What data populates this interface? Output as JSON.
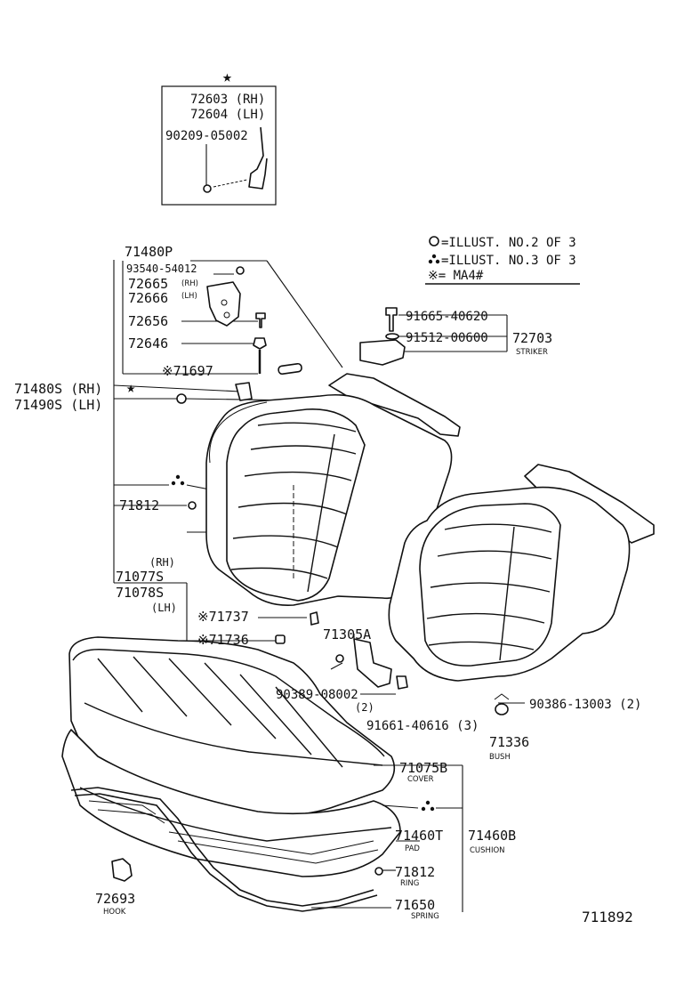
{
  "inset": {
    "star": "★",
    "rh": "72603 (RH)",
    "lh": "72604 (LH)",
    "screw": "90209-05002"
  },
  "legend": {
    "item1": "=ILLUST. NO.2 OF 3",
    "item2": "=ILLUST. NO.3 OF 3",
    "item3": "※= MA4#"
  },
  "parts": {
    "p71480P": "71480P",
    "p93540": "93540-54012",
    "p72665": "72665",
    "p72665_side": "(RH)",
    "p72666": "72666",
    "p72666_side": "(LH)",
    "p72656": "72656",
    "p72646": "72646",
    "p71697": "※71697",
    "p71480S": "71480S (RH)",
    "p71490S": "71490S (LH)",
    "star": "★",
    "p71812a": "71812",
    "p71077_rh": "(RH)",
    "p71077S": "71077S",
    "p71078S": "71078S",
    "p71078_lh": "(LH)",
    "p71737": "※71737",
    "p71736": "※71736",
    "p71305A": "71305A",
    "p90389": "90389-08002",
    "p90389_qty": "(2)",
    "p91661": "91661-40616 (3)",
    "p91665": "91665-40620",
    "p91512": "91512-00600",
    "p72703": "72703",
    "p72703_sub": "STRIKER",
    "p90386": "90386-13003 (2)",
    "p71336": "71336",
    "p71336_sub": "BUSH",
    "p71075B": "71075B",
    "p71075B_sub": "COVER",
    "p71460T": "71460T",
    "p71460T_sub": "PAD",
    "p71460B": "71460B",
    "p71460B_sub": "CUSHION",
    "p71812b": "71812",
    "p71812b_sub": "RING",
    "p71650": "71650",
    "p71650_sub": "SPRING",
    "p72693": "72693",
    "p72693_sub": "HOOK"
  },
  "figure_number": "711892"
}
